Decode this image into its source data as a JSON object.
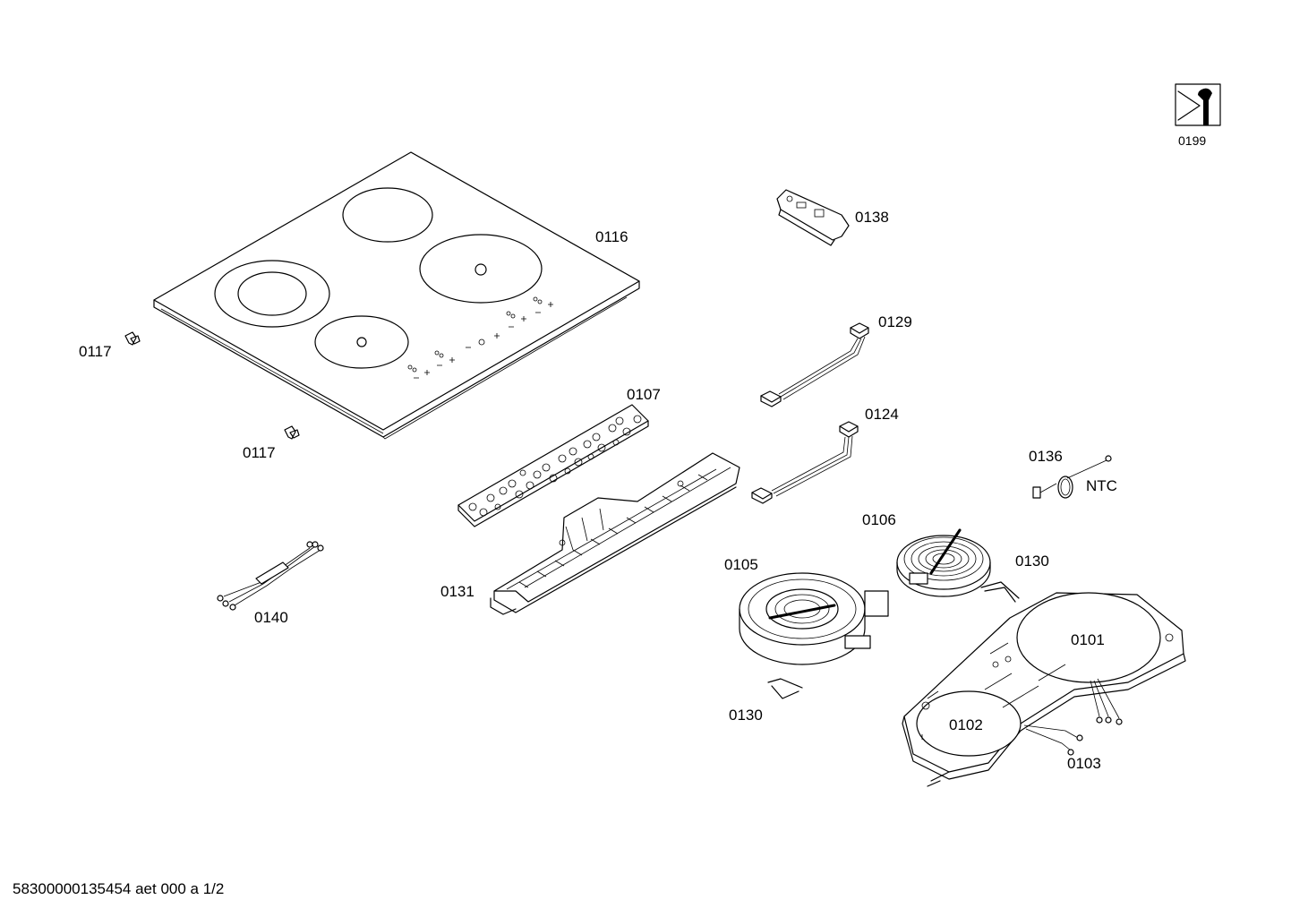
{
  "labels": {
    "p0199": "0199",
    "p0138": "0138",
    "p0116": "0116",
    "p0117_a": "0117",
    "p0117_b": "0117",
    "p0129": "0129",
    "p0107": "0107",
    "p0124": "0124",
    "p0136": "0136",
    "ntc": "NTC",
    "p0106": "0106",
    "p0105": "0105",
    "p0130_a": "0130",
    "p0131": "0131",
    "p0140": "0140",
    "p0101": "0101",
    "p0130_b": "0130",
    "p0102": "0102",
    "p0103": "0103"
  },
  "footer": "58300000135454 aet 000 a 1/2",
  "icons": {
    "service": "wrench-service-icon"
  }
}
